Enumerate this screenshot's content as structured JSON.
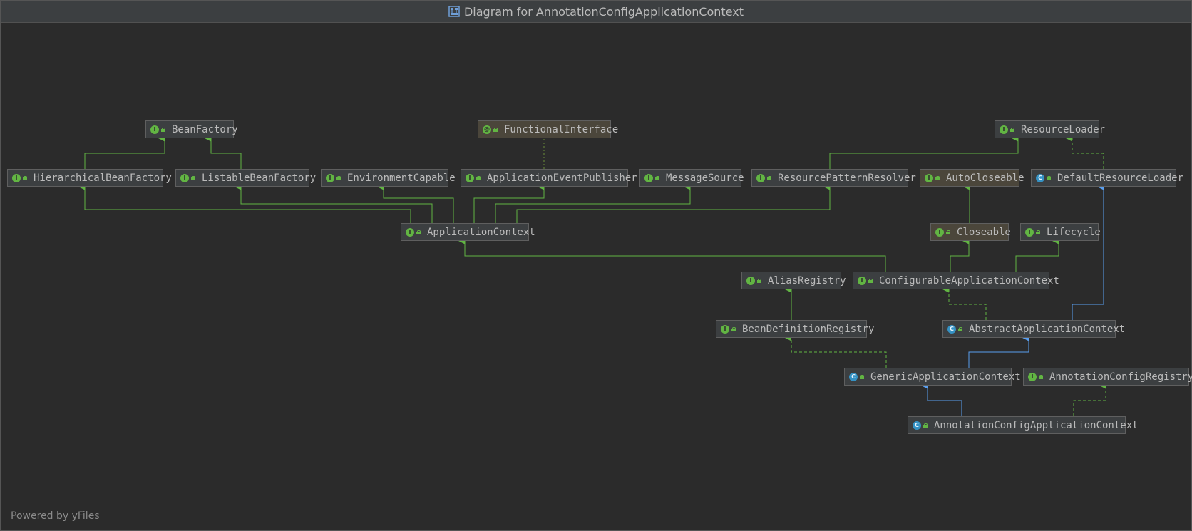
{
  "window": {
    "title": "Diagram for AnnotationConfigApplicationContext",
    "title_icon": "diagram-icon"
  },
  "footer": {
    "powered_by": "Powered by yFiles"
  },
  "colors": {
    "inheritance": "#62b543",
    "realization": "#62b543",
    "class_inheritance": "#5a9fef",
    "annotation_link": "#6b8f3a"
  },
  "nodes": {
    "BeanFactory": {
      "label": "BeanFactory",
      "kind": "interface"
    },
    "FunctionalInterface": {
      "label": "FunctionalInterface",
      "kind": "annotation"
    },
    "ResourceLoader": {
      "label": "ResourceLoader",
      "kind": "interface"
    },
    "HierarchicalBeanFactory": {
      "label": "HierarchicalBeanFactory",
      "kind": "interface"
    },
    "ListableBeanFactory": {
      "label": "ListableBeanFactory",
      "kind": "interface"
    },
    "EnvironmentCapable": {
      "label": "EnvironmentCapable",
      "kind": "interface"
    },
    "ApplicationEventPublisher": {
      "label": "ApplicationEventPublisher",
      "kind": "interface"
    },
    "MessageSource": {
      "label": "MessageSource",
      "kind": "interface"
    },
    "ResourcePatternResolver": {
      "label": "ResourcePatternResolver",
      "kind": "interface"
    },
    "AutoCloseable": {
      "label": "AutoCloseable",
      "kind": "interface-hl"
    },
    "DefaultResourceLoader": {
      "label": "DefaultResourceLoader",
      "kind": "class"
    },
    "ApplicationContext": {
      "label": "ApplicationContext",
      "kind": "interface"
    },
    "Closeable": {
      "label": "Closeable",
      "kind": "interface-hl"
    },
    "Lifecycle": {
      "label": "Lifecycle",
      "kind": "interface"
    },
    "AliasRegistry": {
      "label": "AliasRegistry",
      "kind": "interface"
    },
    "ConfigurableApplicationContext": {
      "label": "ConfigurableApplicationContext",
      "kind": "interface"
    },
    "BeanDefinitionRegistry": {
      "label": "BeanDefinitionRegistry",
      "kind": "interface"
    },
    "AbstractApplicationContext": {
      "label": "AbstractApplicationContext",
      "kind": "class-abstract"
    },
    "GenericApplicationContext": {
      "label": "GenericApplicationContext",
      "kind": "class"
    },
    "AnnotationConfigRegistry": {
      "label": "AnnotationConfigRegistry",
      "kind": "interface"
    },
    "AnnotationConfigApplicationContext": {
      "label": "AnnotationConfigApplicationContext",
      "kind": "class"
    }
  },
  "edges": [
    {
      "from": "HierarchicalBeanFactory",
      "to": "BeanFactory",
      "type": "extends"
    },
    {
      "from": "ListableBeanFactory",
      "to": "BeanFactory",
      "type": "extends"
    },
    {
      "from": "ApplicationContext",
      "to": "HierarchicalBeanFactory",
      "type": "extends"
    },
    {
      "from": "ApplicationContext",
      "to": "ListableBeanFactory",
      "type": "extends"
    },
    {
      "from": "ApplicationContext",
      "to": "EnvironmentCapable",
      "type": "extends"
    },
    {
      "from": "ApplicationContext",
      "to": "ApplicationEventPublisher",
      "type": "extends"
    },
    {
      "from": "ApplicationContext",
      "to": "MessageSource",
      "type": "extends"
    },
    {
      "from": "ApplicationContext",
      "to": "ResourcePatternResolver",
      "type": "extends"
    },
    {
      "from": "ApplicationEventPublisher",
      "to": "FunctionalInterface",
      "type": "annotated"
    },
    {
      "from": "ResourcePatternResolver",
      "to": "ResourceLoader",
      "type": "extends"
    },
    {
      "from": "DefaultResourceLoader",
      "to": "ResourceLoader",
      "type": "implements"
    },
    {
      "from": "Closeable",
      "to": "AutoCloseable",
      "type": "extends"
    },
    {
      "from": "ConfigurableApplicationContext",
      "to": "ApplicationContext",
      "type": "extends"
    },
    {
      "from": "ConfigurableApplicationContext",
      "to": "Closeable",
      "type": "extends"
    },
    {
      "from": "ConfigurableApplicationContext",
      "to": "Lifecycle",
      "type": "extends"
    },
    {
      "from": "BeanDefinitionRegistry",
      "to": "AliasRegistry",
      "type": "extends"
    },
    {
      "from": "AbstractApplicationContext",
      "to": "ConfigurableApplicationContext",
      "type": "implements"
    },
    {
      "from": "AbstractApplicationContext",
      "to": "DefaultResourceLoader",
      "type": "class-extends"
    },
    {
      "from": "GenericApplicationContext",
      "to": "AbstractApplicationContext",
      "type": "class-extends"
    },
    {
      "from": "GenericApplicationContext",
      "to": "BeanDefinitionRegistry",
      "type": "implements"
    },
    {
      "from": "AnnotationConfigApplicationContext",
      "to": "GenericApplicationContext",
      "type": "class-extends"
    },
    {
      "from": "AnnotationConfigApplicationContext",
      "to": "AnnotationConfigRegistry",
      "type": "implements"
    }
  ]
}
